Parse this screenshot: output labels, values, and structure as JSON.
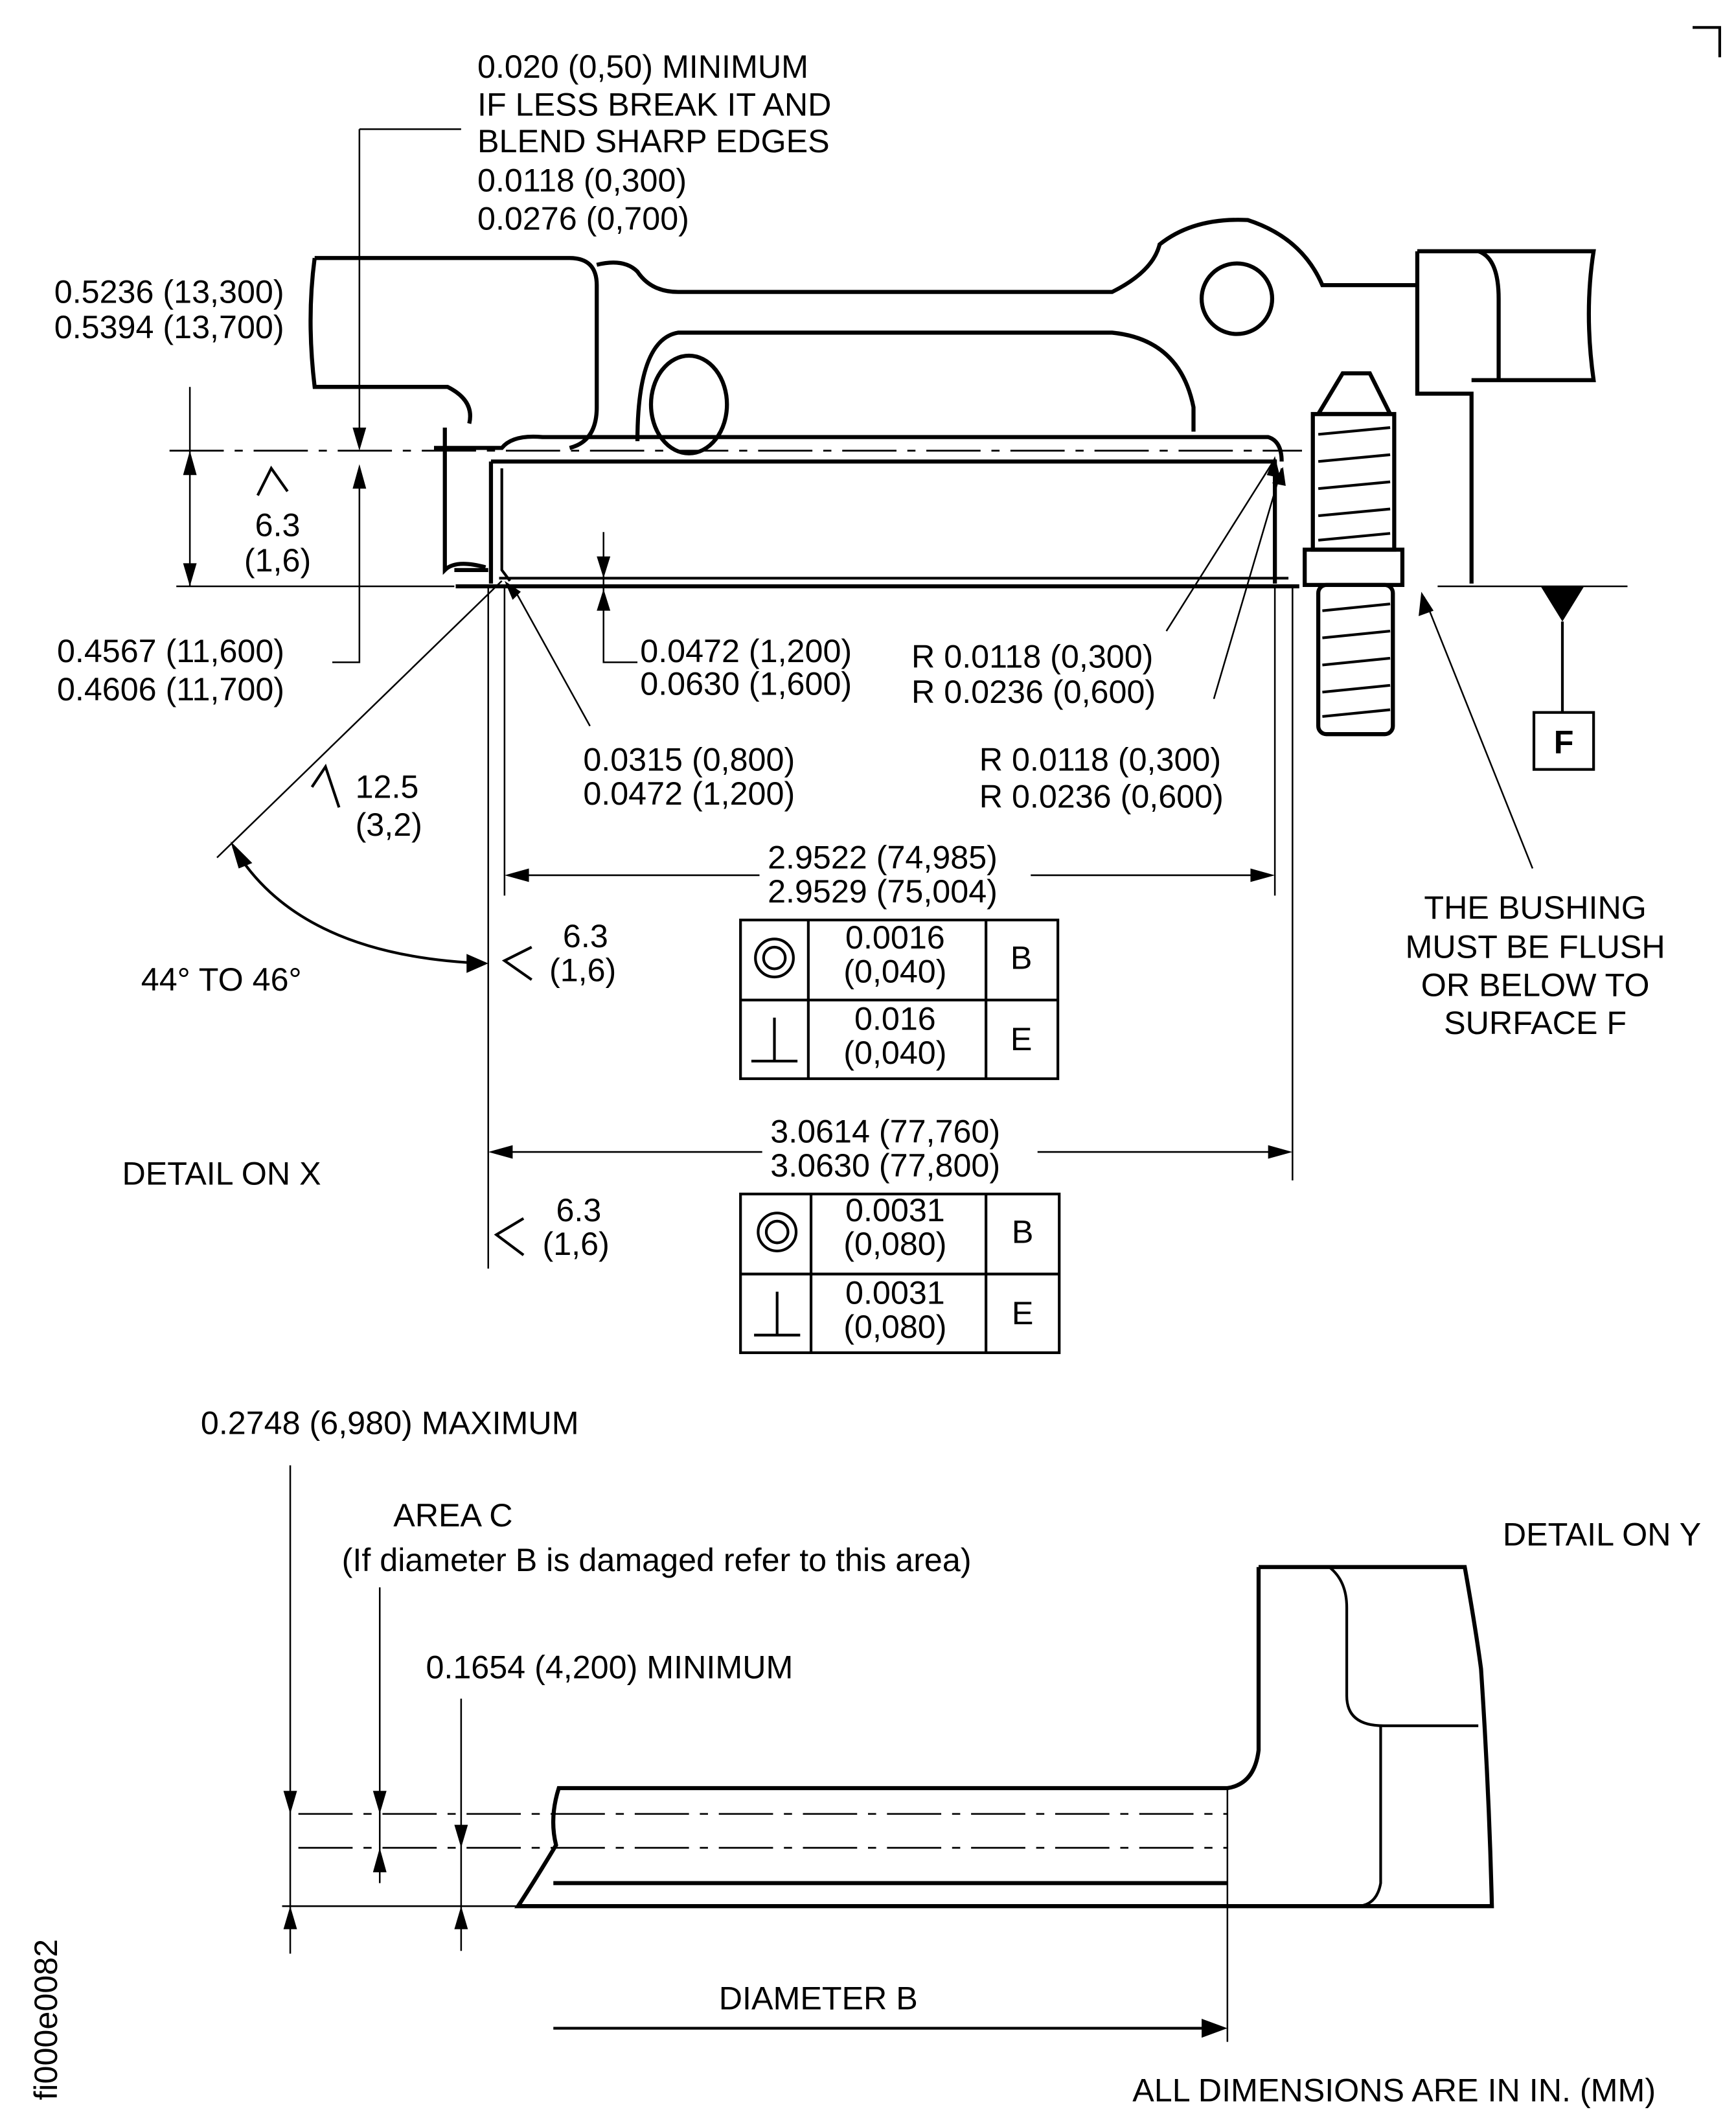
{
  "detail_x": {
    "title": "DETAIL ON X",
    "note_edge": [
      "0.020 (0,50) MINIMUM",
      "IF LESS BREAK IT AND",
      "BLEND SHARP EDGES",
      "0.0118 (0,300)",
      "0.0276 (0,700)"
    ],
    "dim_height": [
      "0.5236 (13,300)",
      "0.5394 (13,700)"
    ],
    "dim_depth": [
      "0.4567 (11,600)",
      "0.4606 (11,700)"
    ],
    "roughness_top": [
      "6.3",
      "(1,6)"
    ],
    "roughness_chamfer": [
      "12.5",
      "(3,2)"
    ],
    "roughness_bore": [
      "6.3",
      "(1,6)"
    ],
    "roughness_outer": [
      "6.3",
      "(1,6)"
    ],
    "dim_step": [
      "0.0472 (1,200)",
      "0.0630 (1,600)"
    ],
    "dim_chamfer": [
      "0.0315 (0,800)",
      "0.0472 (1,200)"
    ],
    "radius_1": [
      "R 0.0118 (0,300)",
      "R 0.0236 (0,600)"
    ],
    "radius_2": [
      "R 0.0118 (0,300)",
      "R 0.0236 (0,600)"
    ],
    "angle": "44° TO 46°",
    "dim_bore": [
      "2.9522 (74,985)",
      "2.9529 (75,004)"
    ],
    "dim_outer": [
      "3.0614 (77,760)",
      "3.0630 (77,800)"
    ],
    "fcf_bore": [
      {
        "symbol": "concentricity-icon",
        "tol": [
          "0.0016",
          "(0,040)"
        ],
        "datum": "B"
      },
      {
        "symbol": "perpendicularity-icon",
        "tol": [
          "0.016",
          "(0,040)"
        ],
        "datum": "E"
      }
    ],
    "fcf_outer": [
      {
        "symbol": "concentricity-icon",
        "tol": [
          "0.0031",
          "(0,080)"
        ],
        "datum": "B"
      },
      {
        "symbol": "perpendicularity-icon",
        "tol": [
          "0.0031",
          "(0,080)"
        ],
        "datum": "E"
      }
    ],
    "datum_f": "F",
    "bushing_note": [
      "THE BUSHING",
      "MUST BE FLUSH",
      "OR BELOW TO",
      "SURFACE F"
    ]
  },
  "detail_y": {
    "title": "DETAIL ON Y",
    "dim_max": "0.2748 (6,980) MAXIMUM",
    "area_c": [
      "AREA C",
      "(If diameter B is damaged refer to this area)"
    ],
    "dim_min": "0.1654 (4,200) MINIMUM",
    "diameter_label": "DIAMETER B"
  },
  "footer": {
    "units_note": "ALL DIMENSIONS ARE IN IN. (MM)",
    "figure_id": "fi000e0082"
  }
}
